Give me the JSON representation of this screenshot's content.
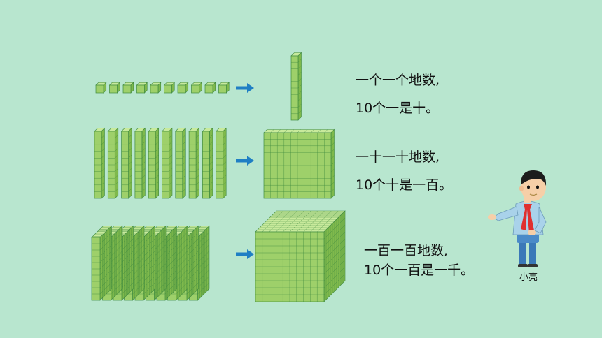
{
  "rows": [
    {
      "line1": "一个一个地数,",
      "line2": "10个一是十。"
    },
    {
      "line1": "一十一十地数,",
      "line2": "10个十是一百。"
    },
    {
      "line1": "一百一百地数,",
      "line2": "10个一百是一千。"
    }
  ],
  "character": {
    "name": "小亮"
  },
  "colors": {
    "background": "#b8e6cf",
    "block_front": "#9ed06a",
    "block_top": "#c8ea9c",
    "block_side": "#7fb94c",
    "grid_line": "#3f8a3f",
    "arrow": "#1f7fc4"
  },
  "icons": [
    "right-arrow-icon",
    "unit-cube-icon",
    "ten-rod-icon",
    "hundred-flat-icon",
    "thousand-cube-icon"
  ]
}
